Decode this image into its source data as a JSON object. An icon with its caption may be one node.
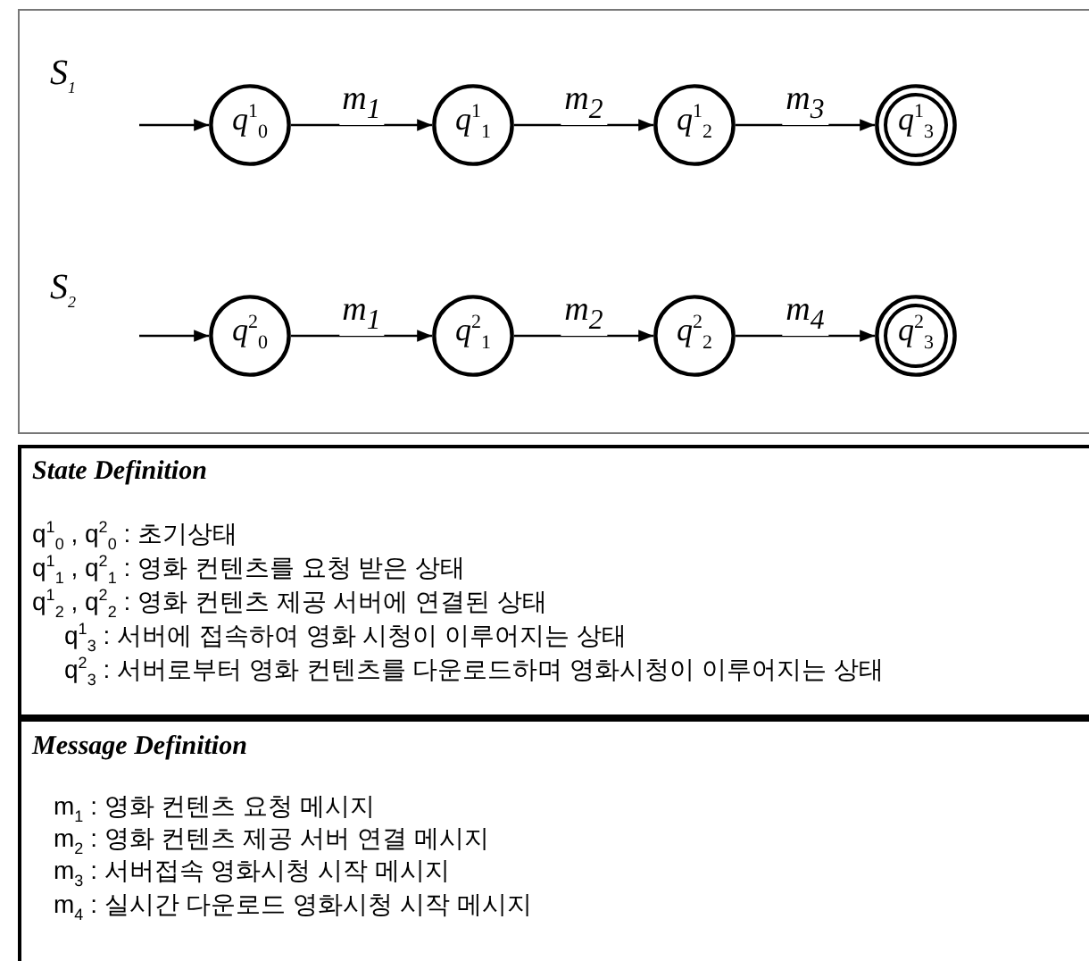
{
  "diagram": {
    "nodes": [
      {
        "text": [
          "q$^{1}$$_{0}$"
        ]
      },
      {
        "text": [
          "q$^{1}$$_{1}$"
        ]
      },
      {
        "text": [
          "q$^{1}$$_{2}$"
        ]
      },
      {
        "text": [
          "q$^{1}$$_{3}$"
        ]
      },
      {
        "text": [
          "q$^{2}$$_{0}$"
        ]
      },
      {
        "text": [
          "q$^{2}$$_{1}$"
        ]
      },
      {
        "text": [
          "q$^{2}$$_{2}$"
        ]
      },
      {
        "text": [
          "q$^{2}$$_{3}$"
        ]
      }
    ],
    "edges": [
      {
        "from": null,
        "to": 0,
        "arrow": "to"
      },
      {
        "from": 0,
        "to": 1,
        "arrow": "to",
        "label": "m$_{1}$"
      },
      {
        "from": 1,
        "to": 2,
        "arrow": "to",
        "label": "m$_{2}$"
      },
      {
        "from": 2,
        "to": 3,
        "arrow": "to",
        "label": "m$_{3}$"
      },
      {
        "from": null,
        "to": 4,
        "arrow": "to"
      },
      {
        "from": 4,
        "to": 5,
        "arrow": "to",
        "label": "m$_{1}$"
      },
      {
        "from": 5,
        "to": 6,
        "arrow": "to",
        "label": "m$_{2}$"
      },
      {
        "from": 6,
        "to": 7,
        "arrow": "to",
        "label": "m$_{4}$"
      }
    ],
    "labels": [
      "S$_{1}$",
      "S$_{2}$",
      "State Definition",
      "q$^{1}$$_{0}$ , q$^{2}$$_{0}$ : 초기상태",
      "q$^{1}$$_{1}$ , q$^{2}$$_{1}$ : 영화 컨텐츠를 요청 받은 상태",
      "q$^{1}$$_{2}$ , q$^{2}$$_{2}$ : 영화 컨텐츠 제공 서버에 연결된 상태",
      "q$^{1}$$_{3}$ : 서버에 접속하여 영화 시청이 이루어지는 상태",
      "q$^{2}$$_{3}$ : 서버로부터 영화 컨텐츠를 다운로드하며 영화시청이 이루어지는 상태",
      "Message Definition",
      "m$_{1}$ : 영화 컨텐츠 요청 메시지",
      "m$_{2}$ : 영화 컨텐츠 제공 서버 연결 메시지",
      "m$_{3}$ : 서버접속 영화시청 시작 메시지",
      "m$_{4}$ : 실시간 다운로드 영화시청 시작 메시지"
    ]
  }
}
